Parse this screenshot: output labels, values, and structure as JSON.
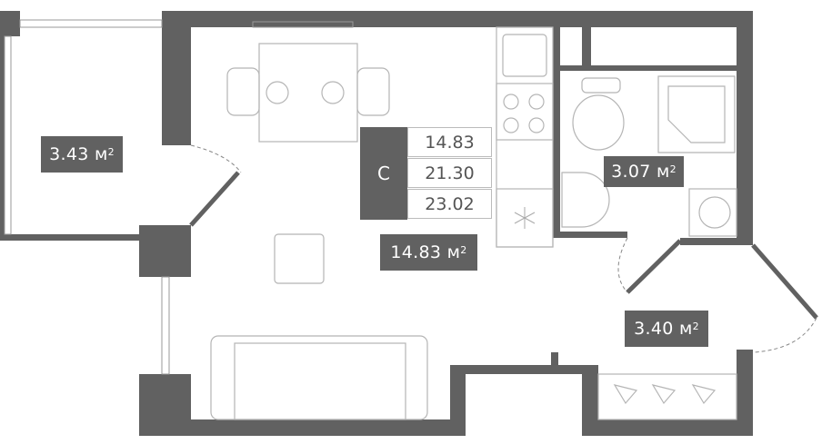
{
  "plan": {
    "apartment_type": "C",
    "areas_summary": [
      "14.83",
      "21.30",
      "23.02"
    ],
    "rooms": [
      {
        "name": "balcony",
        "area": "3.43 м",
        "unit_sup": "2"
      },
      {
        "name": "living-room",
        "area": "14.83 м",
        "unit_sup": "2"
      },
      {
        "name": "bathroom",
        "area": "3.07 м",
        "unit_sup": "2"
      },
      {
        "name": "hallway",
        "area": "3.40 м",
        "unit_sup": "2"
      }
    ],
    "colors": {
      "wall": "#616161",
      "furniture": "#b5b5b5",
      "label_bg": "#616161"
    }
  }
}
